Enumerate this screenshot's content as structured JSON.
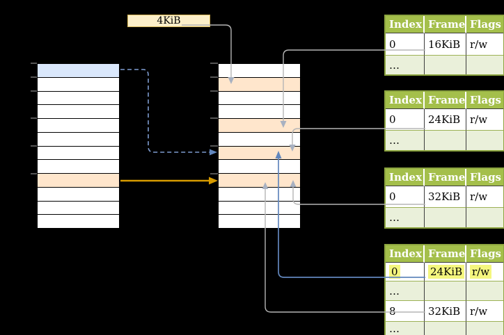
{
  "page_size_label": "4KiB",
  "virtual_memory": {
    "row_count": 12,
    "blue_rows": [
      0
    ],
    "orange_rows": [
      8
    ]
  },
  "physical_memory": {
    "row_count": 12,
    "blue_rows": [],
    "orange_rows": [
      1,
      4,
      6,
      8
    ]
  },
  "page_tables": {
    "headers": [
      "Index",
      "Frame",
      "Flags"
    ],
    "tables": [
      {
        "rows": [
          {
            "index": "0",
            "frame": "16KiB",
            "flags": "r/w",
            "highlight": false
          },
          {
            "index": "…",
            "frame": "",
            "flags": "",
            "highlight": false
          }
        ]
      },
      {
        "rows": [
          {
            "index": "0",
            "frame": "24KiB",
            "flags": "r/w",
            "highlight": false
          },
          {
            "index": "…",
            "frame": "",
            "flags": "",
            "highlight": false
          }
        ]
      },
      {
        "rows": [
          {
            "index": "0",
            "frame": "32KiB",
            "flags": "r/w",
            "highlight": false
          },
          {
            "index": "…",
            "frame": "",
            "flags": "",
            "highlight": false
          }
        ]
      },
      {
        "rows": [
          {
            "index": "0",
            "frame": "24KiB",
            "flags": "r/w",
            "highlight": true
          },
          {
            "index": "…",
            "frame": "",
            "flags": "",
            "highlight": false
          },
          {
            "index": "8",
            "frame": "32KiB",
            "flags": "r/w",
            "highlight": false
          },
          {
            "index": "…",
            "frame": "",
            "flags": "",
            "highlight": false
          }
        ]
      }
    ]
  },
  "colors": {
    "row_blue": "#DAE8FC",
    "row_orange": "#FFE6CC",
    "label_bg": "#FCEFC9",
    "label_border": "#D6B656",
    "table_border": "#8CA43F",
    "table_header_bg": "#A4BF4B",
    "table_row_alt": "#EAF0DA",
    "highlight": "#F4F67E",
    "gray_line": "#B5B5B5",
    "gray_arrow": "#A8B1C1",
    "blue_line": "#6287BD",
    "blue_dashed": "#7E9CD0",
    "orange_arrow": "#D79B00",
    "tick": "#6B6B6B"
  }
}
